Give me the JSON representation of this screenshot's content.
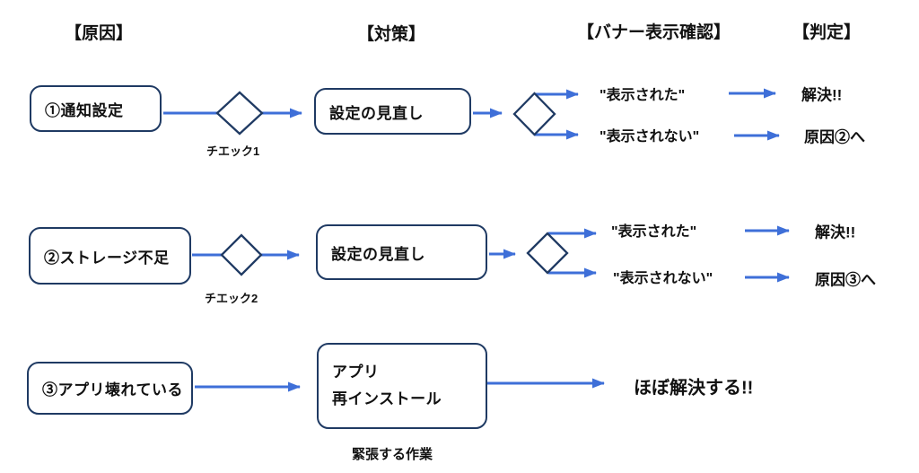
{
  "colors": {
    "arrow": "#3E6FD8",
    "shape_border": "#1F3A63",
    "text": "#111111",
    "background": "#FFFFFF"
  },
  "headers": [
    {
      "label": "【原因】"
    },
    {
      "label": "【対策】"
    },
    {
      "label": "【バナー表示確認】"
    },
    {
      "label": "【判定】"
    }
  ],
  "flows": [
    {
      "cause": "①通知設定",
      "check_label": "チエック1",
      "action": "設定の見直し",
      "outcomes": [
        {
          "condition": "\"表示された\"",
          "result": "解決!!"
        },
        {
          "condition": "\"表示されない\"",
          "result": "原因②へ"
        }
      ]
    },
    {
      "cause": "②ストレージ不足",
      "check_label": "チエック2",
      "action": "設定の見直し",
      "outcomes": [
        {
          "condition": "\"表示された\"",
          "result": "解決!!"
        },
        {
          "condition": "\"表示されない\"",
          "result": "原因③へ"
        }
      ]
    },
    {
      "cause": "③アプリ壊れている",
      "action_lines": [
        "アプリ",
        "再インストール"
      ],
      "action_note": "緊張する作業",
      "result": "ほぼ解決する!!"
    }
  ]
}
